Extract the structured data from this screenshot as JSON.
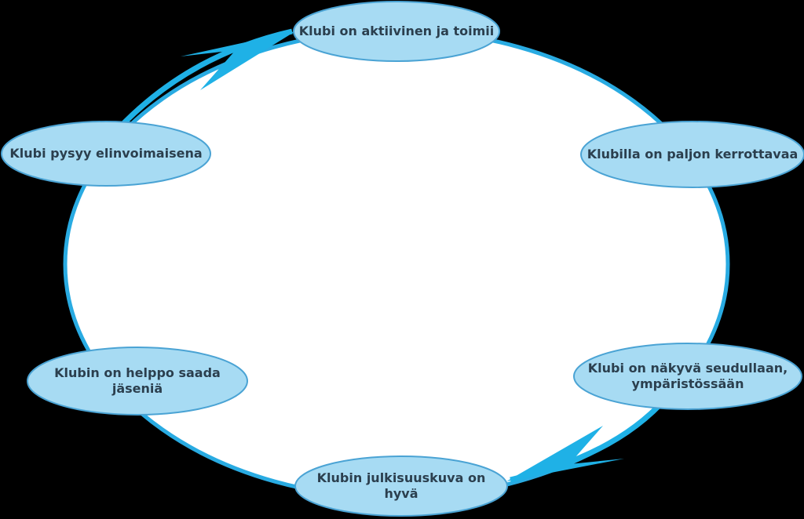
{
  "colors": {
    "background": "#000000",
    "cycle_fill": "#ffffff",
    "cycle_stroke": "#29abe2",
    "node_fill": "#a7dbf3",
    "node_stroke": "#4aa3d4",
    "node_text": "#2b3f4e",
    "arrow": "#1fb1e6"
  },
  "nodes": [
    {
      "id": "top",
      "label": "Klubi on aktiivinen ja toimii"
    },
    {
      "id": "right-upper",
      "label": "Klubilla on paljon kerrottavaa"
    },
    {
      "id": "right-lower",
      "label": "Klubi on näkyvä seudullaan, ympäristössään"
    },
    {
      "id": "bottom",
      "label": "Klubin julkisuuskuva on hyvä"
    },
    {
      "id": "left-lower",
      "label": "Klubin on helppo saada jäseniä"
    },
    {
      "id": "left-upper",
      "label": "Klubi pysyy elinvoimaisena"
    }
  ]
}
